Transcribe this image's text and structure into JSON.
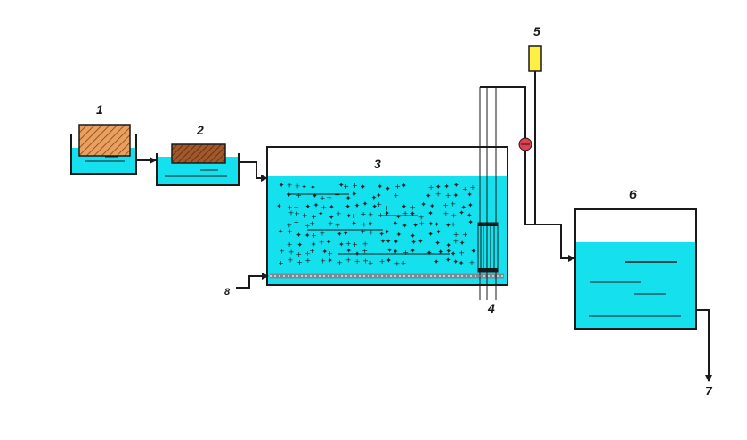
{
  "labels": {
    "n1": "1",
    "n2": "2",
    "n3": "3",
    "n4": "4",
    "n5": "5",
    "n6": "6",
    "n7": "7",
    "n8": "8"
  },
  "colors": {
    "water": "#15e0ee",
    "outline": "#1a1a1a",
    "box1_fill": "#e8a060",
    "box2_fill": "#a0582c",
    "hatch": "#8a4010",
    "sensor": "#ffee44",
    "pump": "#e04050",
    "bubble": "#222222"
  }
}
